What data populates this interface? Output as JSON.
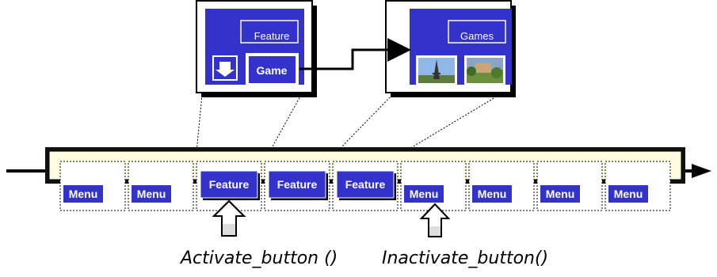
{
  "screens": [
    {
      "title": "Feature",
      "button_label": "Game"
    },
    {
      "title": "Games"
    }
  ],
  "frames": [
    {
      "label": "Menu"
    },
    {
      "label": "Menu"
    },
    {
      "label": "Feature"
    },
    {
      "label": "Feature"
    },
    {
      "label": "Feature"
    },
    {
      "label": "Menu"
    },
    {
      "label": "Menu"
    },
    {
      "label": "Menu"
    },
    {
      "label": "Menu"
    }
  ],
  "captions": {
    "activate": "Activate_button ()",
    "inactivate": "Inactivate_button()"
  },
  "colors": {
    "screen_blue": "#3333cc",
    "strip_cream": "#fffbe0",
    "strip_dark": "#111111",
    "arrow_fill": "#dddddd"
  }
}
